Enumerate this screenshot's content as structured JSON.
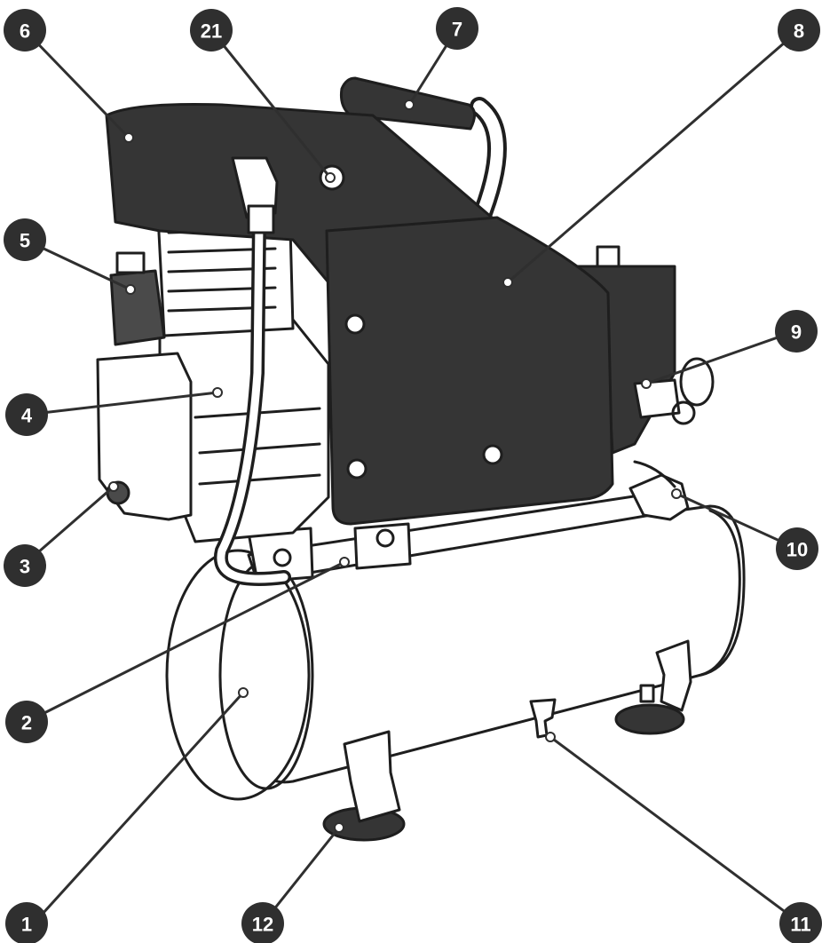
{
  "callouts": [
    {
      "id": "c1",
      "label": "1"
    },
    {
      "id": "c2",
      "label": "2"
    },
    {
      "id": "c3",
      "label": "3"
    },
    {
      "id": "c4",
      "label": "4"
    },
    {
      "id": "c5",
      "label": "5"
    },
    {
      "id": "c6",
      "label": "6"
    },
    {
      "id": "c7",
      "label": "7"
    },
    {
      "id": "c8",
      "label": "8"
    },
    {
      "id": "c9",
      "label": "9"
    },
    {
      "id": "c10",
      "label": "10"
    },
    {
      "id": "c11",
      "label": "11"
    },
    {
      "id": "c12",
      "label": "12"
    },
    {
      "id": "c21",
      "label": "21"
    }
  ],
  "colors": {
    "badge": "#2f2f2f",
    "body_dark": "#353535",
    "outline": "#1e1e1e",
    "tank": "#ffffff"
  }
}
